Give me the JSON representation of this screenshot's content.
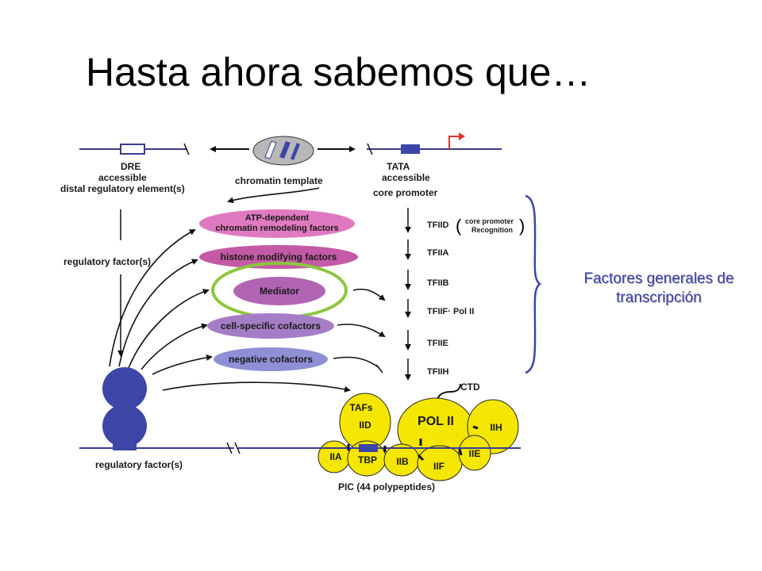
{
  "title": "Hasta ahora sabemos que…",
  "left_side": {
    "dre": "DRE",
    "dre_access": "accessible",
    "dre_desc": "distal regulatory element(s)",
    "regfactor_mid": "regulatory factor(s)",
    "regfactor_bottom": "regulatory factor(s)"
  },
  "center": {
    "chromatin": "chromatin template",
    "atp_1": "ATP-dependent",
    "atp_2": "chromatin remodeling factors",
    "histone": "histone modifying factors",
    "mediator": "Mediator",
    "cell_specific": "cell-specific cofactors",
    "negative": "negative cofactors"
  },
  "right_side": {
    "tata": "TATA",
    "tata_access": "accessible",
    "core_promoter": "core promoter",
    "steps": [
      "TFIID",
      "TFIIA",
      "TFIIB",
      "TFIIF· Pol II",
      "TFIIE",
      "TFIIH"
    ],
    "recog_1": "core promoter",
    "recog_2": "Recognition",
    "ctd": "CTD"
  },
  "pic": {
    "tafs": "TAFs",
    "iid": "IID",
    "pol2": "POL II",
    "iih": "IIH",
    "iia": "IIA",
    "tbp": "TBP",
    "iib": "IIB",
    "iif": "IIF",
    "iie": "IIE",
    "caption": "PIC (44 polypeptides)"
  },
  "note": {
    "line1": "Factores generales de",
    "line2": "transcripción"
  },
  "colors": {
    "dna": "#3a3c8f",
    "factor_blue": "#3d46a6",
    "pink": "#e07ac0",
    "magenta": "#c35aa6",
    "purple": "#a57dc6",
    "violet": "#8f8fd6",
    "pic_yellow": "#f5e600",
    "highlight_green": "#8cc63e",
    "arrow_red": "#e0342a",
    "note_text": "#3b3fa6"
  }
}
